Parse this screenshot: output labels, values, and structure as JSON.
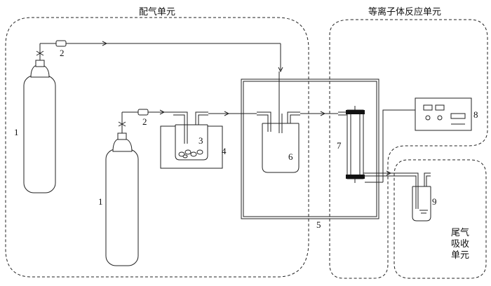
{
  "units": {
    "gas_mixing": "配气单元",
    "plasma_reaction": "等离子体反应单元",
    "tail_gas_line1": "尾气",
    "tail_gas_line2": "吸收",
    "tail_gas_line3": "单元"
  },
  "component_numbers": {
    "cylinder_left": "1",
    "cylinder_right": "1",
    "flowmeter_top": "2",
    "flowmeter_bottom": "2",
    "bubbler": "3",
    "water_bath": "4",
    "enclosure": "5",
    "mixing_bottle": "6",
    "reactor": "7",
    "power_supply": "8",
    "absorber": "9"
  }
}
